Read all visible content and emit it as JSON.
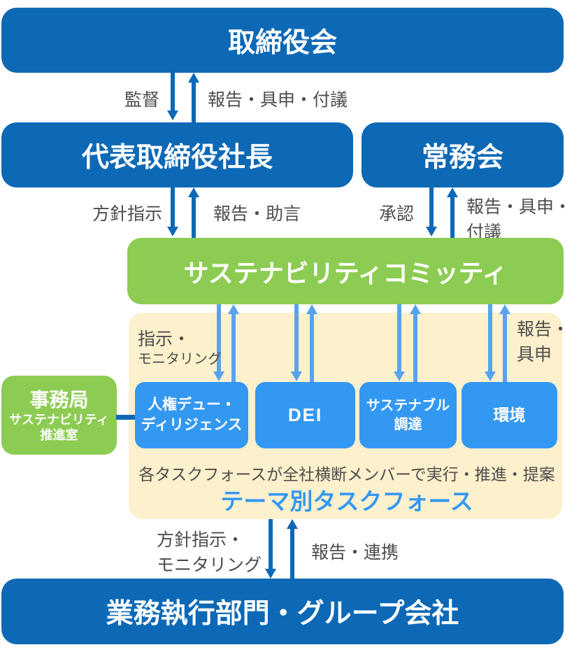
{
  "palette": {
    "primary_blue": "#0d69b6",
    "task_blue": "#3398f2",
    "green": "#8ccc52",
    "cream": "#fdf0cd",
    "label_gray": "#4d4d4d",
    "arrow_light_blue": "#58a3ee",
    "box_text": "#ffffff"
  },
  "boxes": {
    "board": {
      "label": "取締役会"
    },
    "president": {
      "label": "代表取締役社長"
    },
    "executive_council": {
      "label": "常務会"
    },
    "sustainability_committee": {
      "label": "サステナビリティコミッティ"
    },
    "secretariat": {
      "title": "事務局",
      "subtitle_line1": "サステナビリティ",
      "subtitle_line2": "推進室"
    },
    "operations": {
      "label": "業務執行部門・グループ会社"
    }
  },
  "taskforce_area": {
    "taskforces": [
      {
        "line1": "人権デュー・",
        "line2": "ディリジェンス"
      },
      {
        "line1": "DEI",
        "line2": ""
      },
      {
        "line1": "サステナブル",
        "line2": "調達"
      },
      {
        "line1": "環境",
        "line2": ""
      }
    ],
    "note": "各タスクフォースが全社横断メンバーで実行・推進・提案",
    "title": "テーマ別タスクフォース"
  },
  "arrow_labels": {
    "supervision": "監督",
    "report_proposal_referral_top": "報告・具申・付議",
    "policy_direction": "方針指示",
    "report_advice": "報告・助言",
    "approval": "承認",
    "report_proposal_line1": "報告・具申・",
    "report_proposal_line2": "付議",
    "instruction_line1": "指示・",
    "instruction_line2": "モニタリング",
    "report_line1": "報告・",
    "report_line2": "具申",
    "policy_monitoring_line1": "方針指示・",
    "policy_monitoring_line2": "モニタリング",
    "report_collaboration": "報告・連携"
  }
}
